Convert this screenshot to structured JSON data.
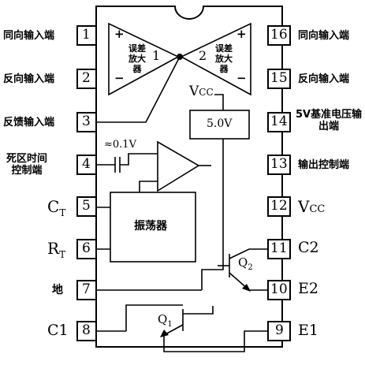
{
  "pins": {
    "p1": {
      "num": "1",
      "label": "同向输入端"
    },
    "p2": {
      "num": "2",
      "label": "反向输入端"
    },
    "p3": {
      "num": "3",
      "label": "反馈输入端"
    },
    "p4": {
      "num": "4",
      "label": "死区时间控制端"
    },
    "p5": {
      "num": "5",
      "label": "C",
      "sub": "T"
    },
    "p6": {
      "num": "6",
      "label": "R",
      "sub": "T"
    },
    "p7": {
      "num": "7",
      "label": "地"
    },
    "p8": {
      "num": "8",
      "label": "C1"
    },
    "p9": {
      "num": "9",
      "label": "E1"
    },
    "p10": {
      "num": "10",
      "label": "E2"
    },
    "p11": {
      "num": "11",
      "label": "C2"
    },
    "p12": {
      "num": "12",
      "label": "V",
      "sub": "CC"
    },
    "p13": {
      "num": "13",
      "label": "输出控制端"
    },
    "p14": {
      "num": "14",
      "label": "5V基准电压输出端"
    },
    "p15": {
      "num": "15",
      "label": "反向输入端"
    },
    "p16": {
      "num": "16",
      "label": "同向输入端"
    }
  },
  "amp1": {
    "text": "误差放大器",
    "num": "1",
    "plus": "+",
    "minus": "−"
  },
  "amp2": {
    "text": "误差放大器",
    "num": "2",
    "plus": "+",
    "minus": "−"
  },
  "vcc_internal": {
    "label": "V",
    "sub": "CC"
  },
  "ref_box": {
    "label": "5.0V"
  },
  "deadtime_offset": {
    "label": "≈0.1V"
  },
  "oscillator": {
    "label": "振荡器"
  },
  "q1": {
    "label": "Q",
    "sub": "1"
  },
  "q2": {
    "label": "Q",
    "sub": "2"
  }
}
